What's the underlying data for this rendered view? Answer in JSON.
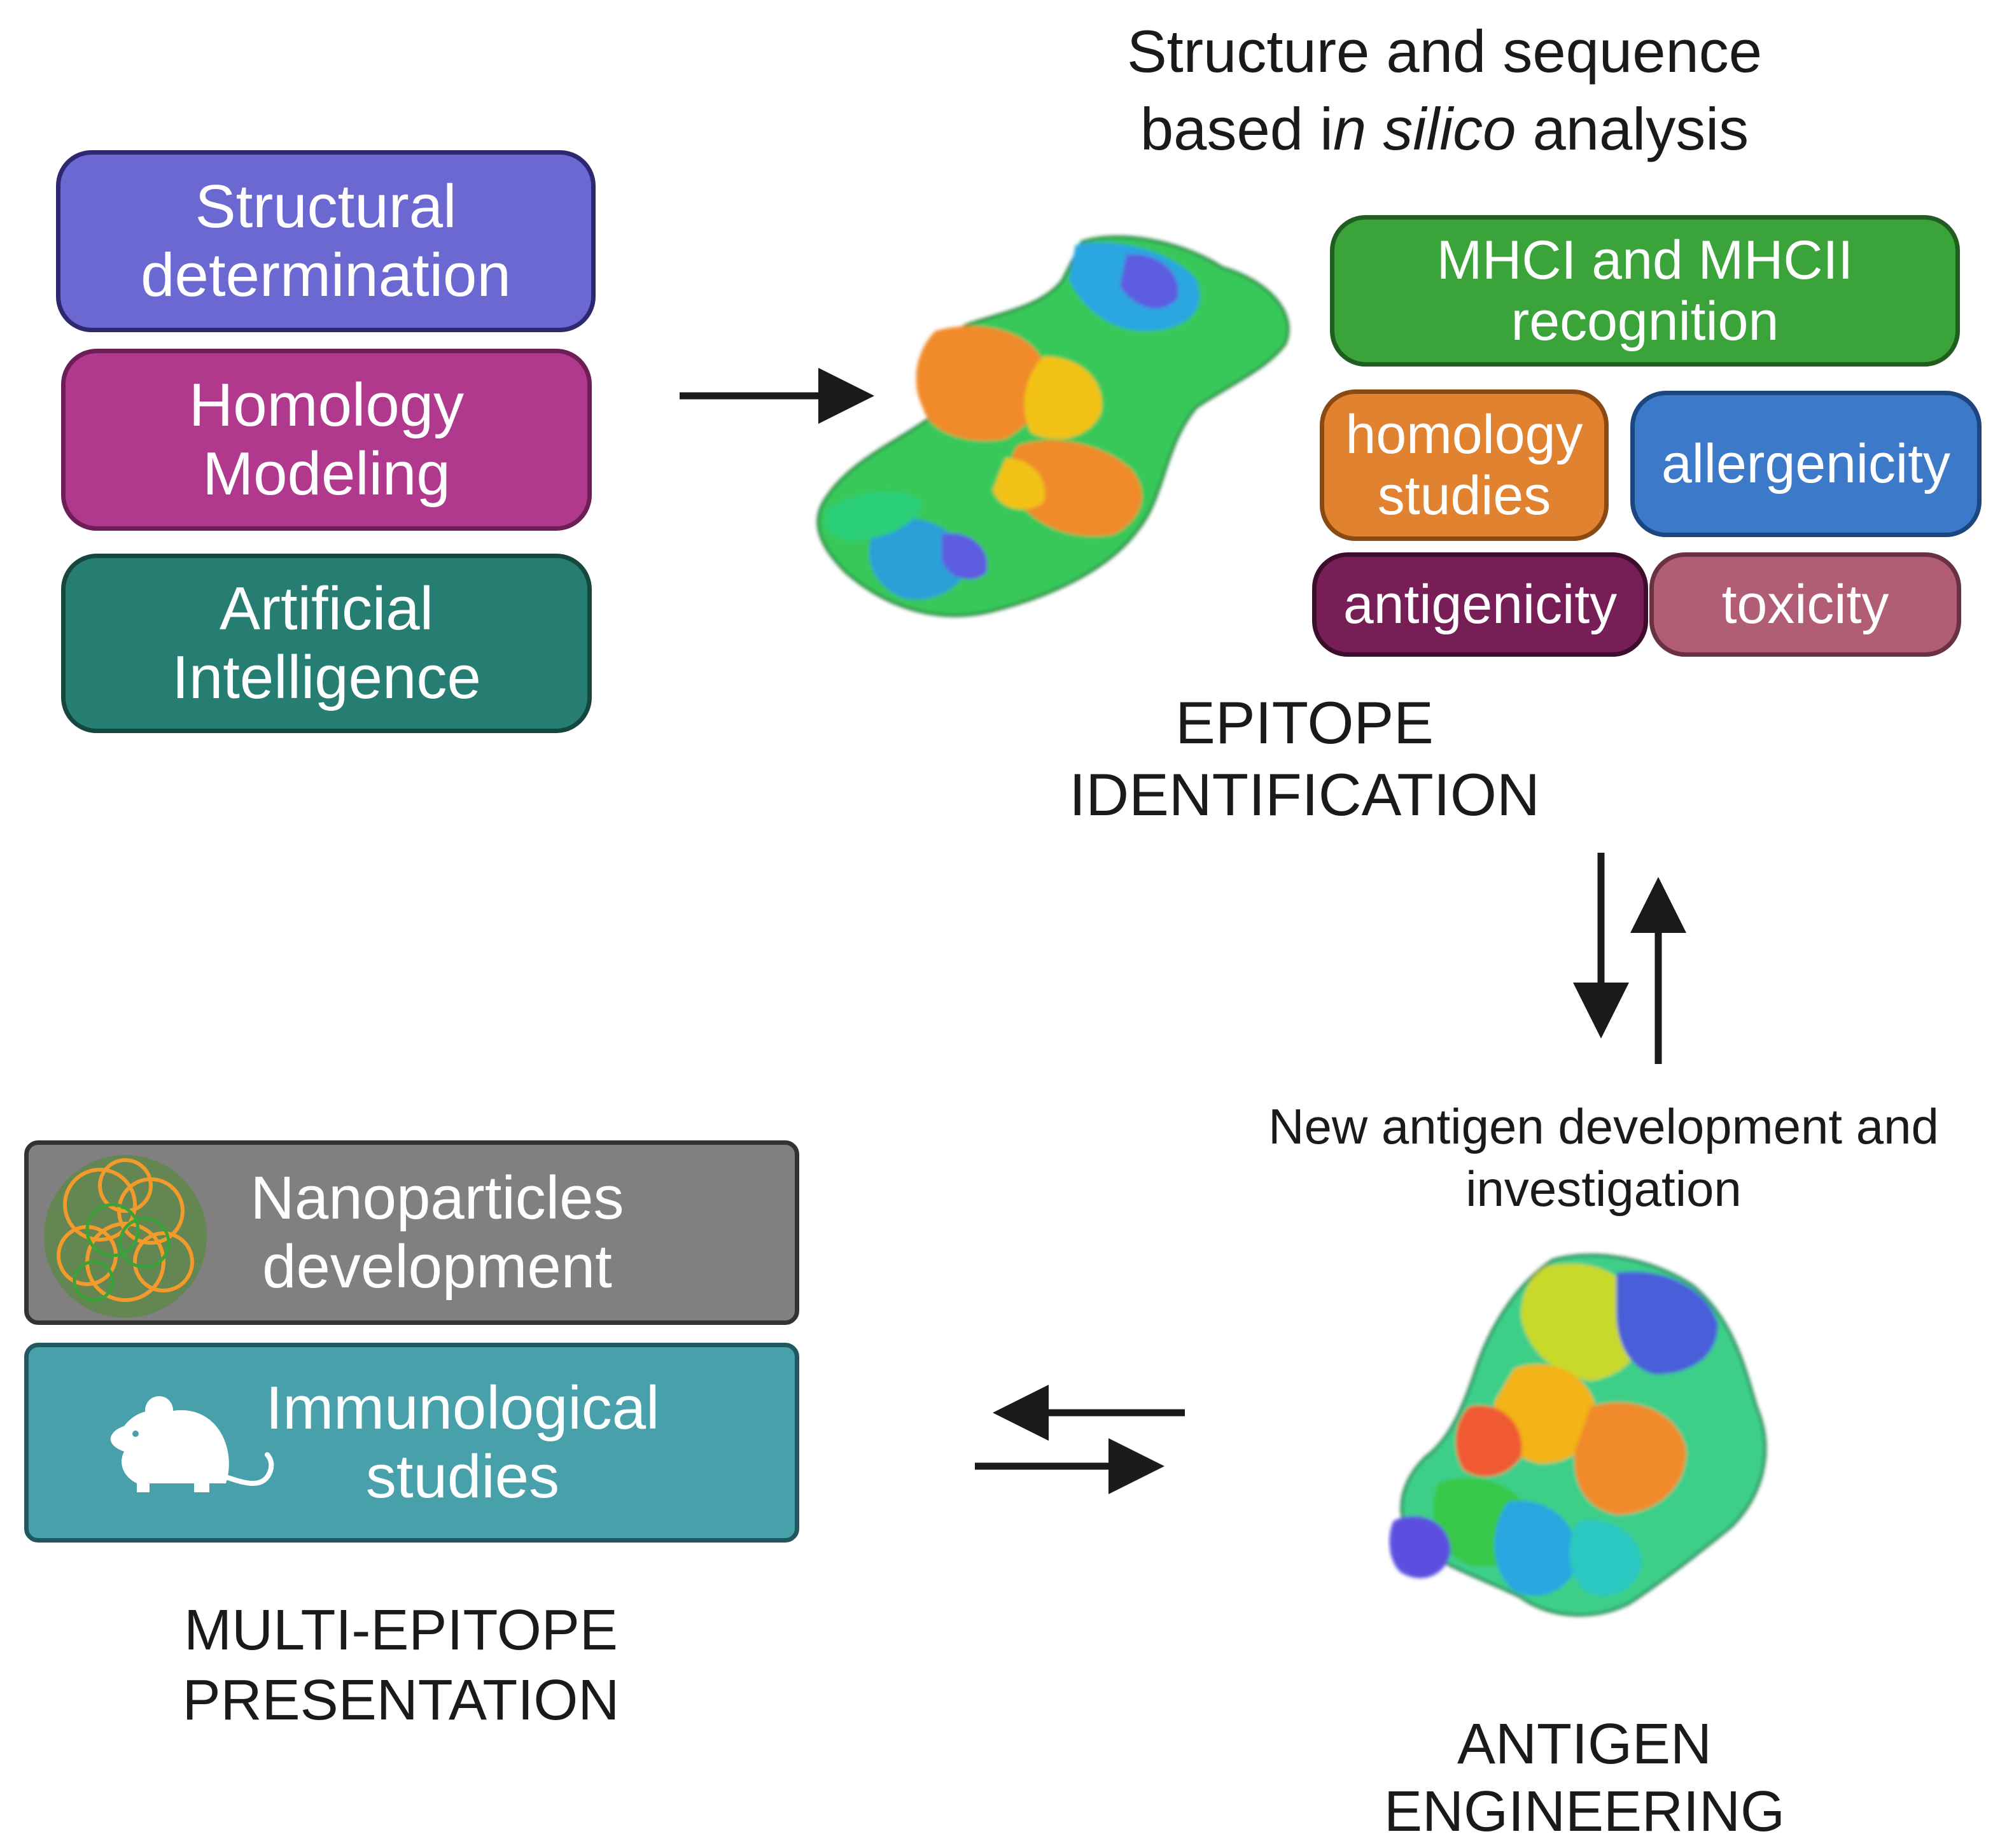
{
  "title": {
    "line1": "Structure and sequence",
    "line2_pre": "based i",
    "line2_italic": "n silico",
    "line2_post": " analysis"
  },
  "methods": {
    "structural": {
      "line1": "Structural",
      "line2": "determination",
      "color": "#6c68d1"
    },
    "homology": {
      "line1": "Homology",
      "line2": "Modeling",
      "color": "#b0398d"
    },
    "ai": {
      "line1": "Artificial",
      "line2": "Intelligence",
      "color": "#267d72"
    }
  },
  "analyses": {
    "mhc": {
      "line1": "MHCI and MHCII",
      "line2": "recognition",
      "color": "#3aa33a"
    },
    "homology_studies": {
      "line1": "homology",
      "line2": "studies",
      "color": "#e0822f"
    },
    "allergenicity": {
      "label": "allergenicity",
      "color": "#3c79c9"
    },
    "antigenicity": {
      "label": "antigenicity",
      "color": "#771e56"
    },
    "toxicity": {
      "label": "toxicity",
      "color": "#b05d75"
    }
  },
  "epitope_identification": {
    "line1": "EPITOPE",
    "line2": "IDENTIFICATION"
  },
  "new_antigen": {
    "line1": "New antigen development and",
    "line2": "investigation"
  },
  "antigen_engineering": {
    "line1": "ANTIGEN",
    "line2": "ENGINEERING"
  },
  "presentation": {
    "nanoparticles": {
      "line1": "Nanoparticles",
      "line2": "development",
      "color": "#808080"
    },
    "immunological": {
      "line1": "Immunological",
      "line2": "studies",
      "color": "#47a0aa"
    }
  },
  "multi_epitope": {
    "line1": "MULTI-EPITOPE",
    "line2": "PRESENTATION"
  },
  "icons": [
    "protein-structure-icon",
    "nanoparticle-icon",
    "mouse-icon",
    "arrow-icon"
  ]
}
